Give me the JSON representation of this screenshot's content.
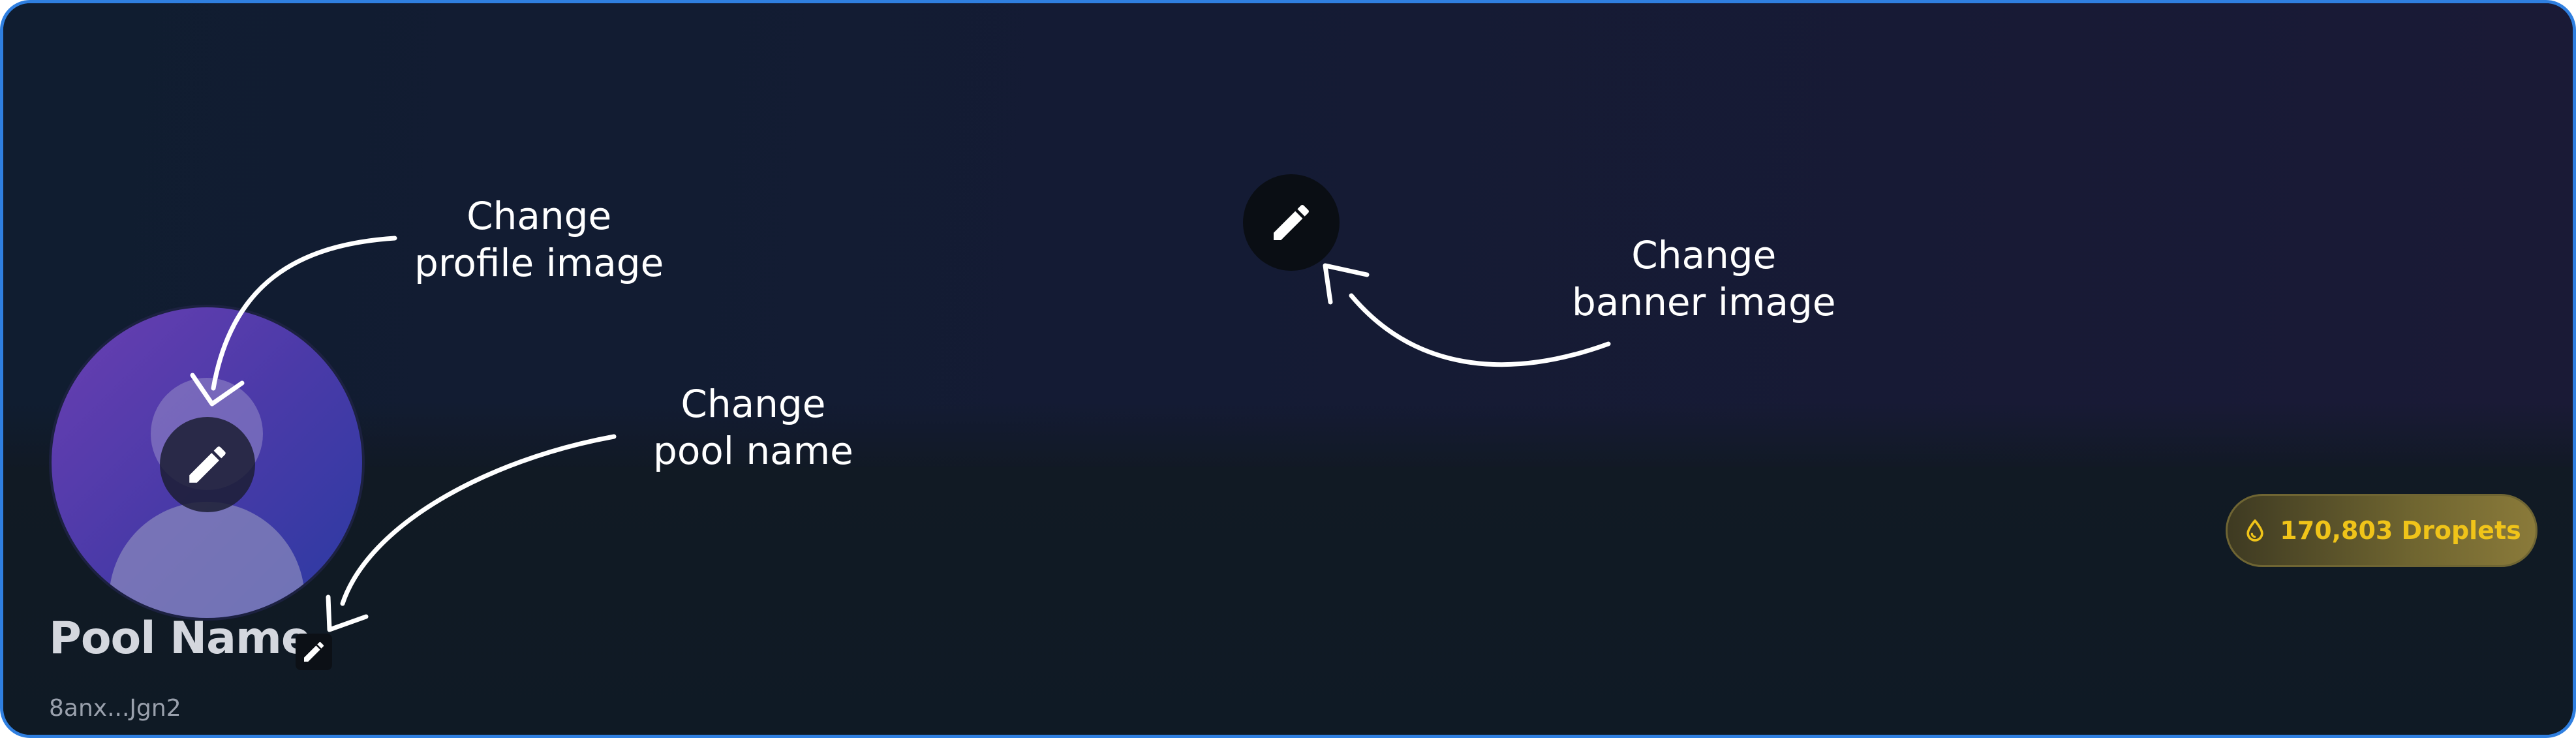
{
  "pool": {
    "name": "Pool Name",
    "address": "8anx...Jgn2"
  },
  "droplets": {
    "label": "170,803 Droplets",
    "icon": "droplet-icon"
  },
  "annotations": {
    "profile": {
      "line1": "Change",
      "line2": "profile image"
    },
    "pool_name": {
      "line1": "Change",
      "line2": "pool name"
    },
    "banner": {
      "line1": "Change",
      "line2": "banner image"
    }
  },
  "icons": {
    "banner_edit": "pencil-icon",
    "avatar_edit": "pencil-icon",
    "name_edit": "pencil-icon"
  },
  "colors": {
    "frame_border": "#2f7fe0",
    "droplets_text": "#f0c419",
    "background": "#101a25"
  }
}
